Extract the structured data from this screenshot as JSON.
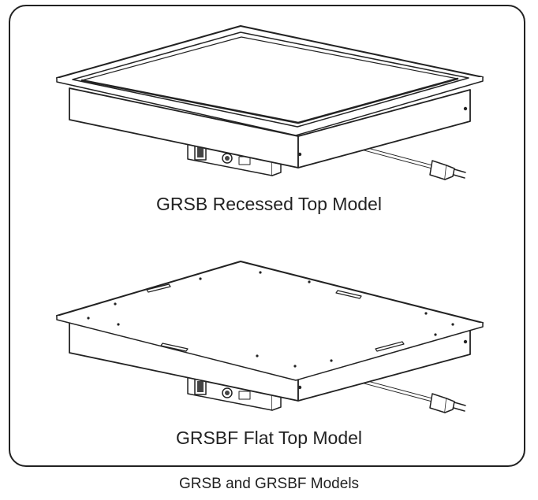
{
  "models": [
    {
      "caption": "GRSB Recessed Top Model"
    },
    {
      "caption": "GRSBF Flat Top Model"
    }
  ],
  "figure_caption": "GRSB and GRSBF Models",
  "colors": {
    "stroke": "#222222",
    "panel": "#ffffff",
    "shade": "#d9d9d9"
  }
}
